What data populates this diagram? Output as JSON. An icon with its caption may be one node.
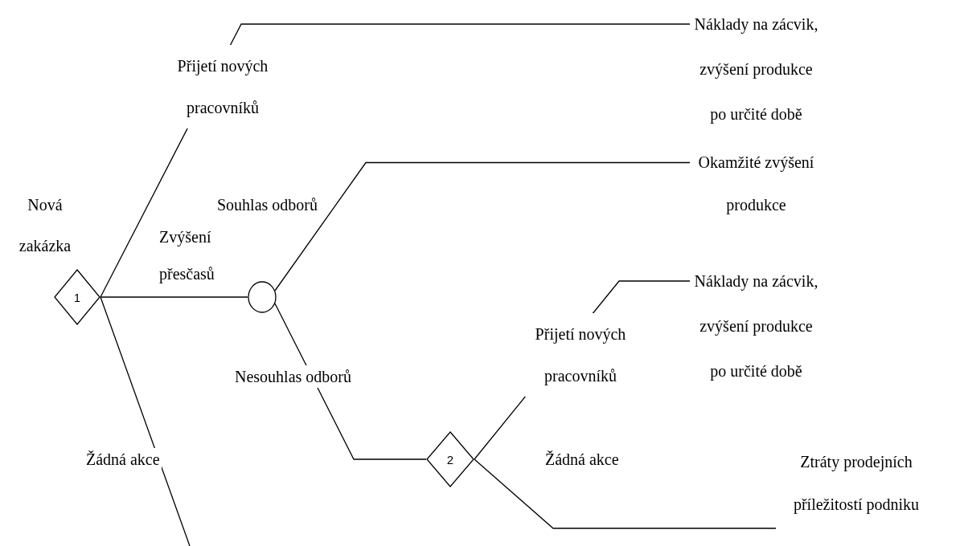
{
  "diagram": {
    "nodes": [
      {
        "text": [
          "1"
        ],
        "beside": [
          "Nová zakázka"
        ]
      },
      {
        "text": [],
        "shape": "circle"
      },
      {
        "text": [
          "2"
        ]
      },
      {
        "text": [
          "Náklady na zácvik, zvýšení produkce po určité době"
        ]
      },
      {
        "text": [
          "Okamžité zvýšení produkce"
        ]
      },
      {
        "text": [
          "Náklady na zácvik, zvýšení produkce po určité době"
        ]
      },
      {
        "text": [
          "Ztráty prodejních příležitostí podniku"
        ]
      }
    ],
    "edges": [
      {
        "from": 0,
        "to": 3,
        "arrow": "none",
        "label": "Přijetí nových pracovníků"
      },
      {
        "from": 0,
        "to": 1,
        "arrow": "none",
        "label": "Zvýšení přesčasů"
      },
      {
        "from": 1,
        "to": 4,
        "arrow": "none",
        "label": "Souhlas odborů"
      },
      {
        "from": 1,
        "to": 2,
        "arrow": "none",
        "label": "Nesouhlas odborů"
      },
      {
        "from": 2,
        "to": 5,
        "arrow": "none",
        "label": "Přijetí nových pracovníků"
      },
      {
        "from": 2,
        "to": 6,
        "arrow": "none",
        "label": "Žádná akce"
      },
      {
        "from": 0,
        "to": null,
        "arrow": "none",
        "label": "Žádná akce"
      }
    ]
  }
}
